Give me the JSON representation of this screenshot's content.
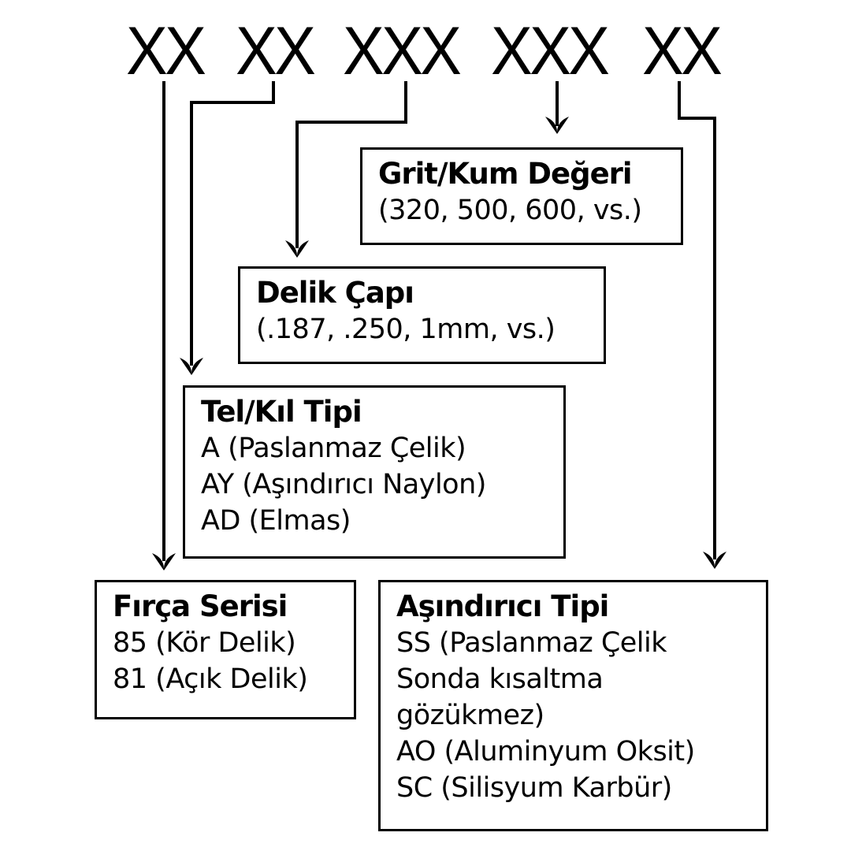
{
  "code_segments": [
    "XX",
    "XX",
    "XXX",
    "XXX",
    "XX"
  ],
  "boxes": {
    "grit": {
      "title": "Grit/Kum Değeri",
      "lines": [
        "(320, 500, 600, vs.)"
      ]
    },
    "hole": {
      "title": "Delik Çapı",
      "lines": [
        "(.187, .250, 1mm, vs.)"
      ]
    },
    "wire": {
      "title": "Tel/Kıl Tipi",
      "lines": [
        "A (Paslanmaz Çelik)",
        "AY (Aşındırıcı Naylon)",
        "AD (Elmas)"
      ]
    },
    "series": {
      "title": "Fırça Serisi",
      "lines": [
        "85 (Kör Delik)",
        "81 (Açık Delik)"
      ]
    },
    "abrasive": {
      "title": "Aşındırıcı Tipi",
      "lines": [
        "SS (Paslanmaz Çelik",
        "Sonda kısaltma",
        "gözükmez)",
        "AO (Aluminyum Oksit)",
        "SC (Silisyum Karbür)"
      ]
    }
  },
  "connections": [
    {
      "from": "code_segments.0",
      "to": "series"
    },
    {
      "from": "code_segments.1",
      "to": "wire"
    },
    {
      "from": "code_segments.2",
      "to": "hole"
    },
    {
      "from": "code_segments.3",
      "to": "grit"
    },
    {
      "from": "code_segments.4",
      "to": "abrasive"
    }
  ],
  "colors": {
    "ink": "#000000",
    "background": "#ffffff"
  }
}
